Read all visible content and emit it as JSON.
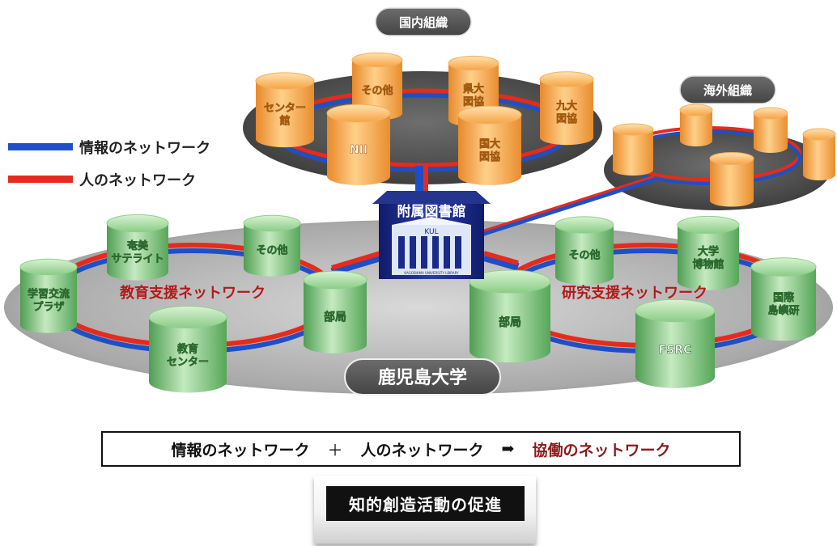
{
  "legend": {
    "info_network": "情報のネットワーク",
    "human_network": "人のネットワーク"
  },
  "colors": {
    "info_line": "#1f4fc6",
    "human_line": "#e52b1e",
    "cylinder_orange": "#f7a545",
    "cylinder_green": "#7cc67b",
    "library_navy": "#1a2a8a",
    "pill_gray": "#5a5a5a",
    "network_title": "#b31a1a",
    "coop_text": "#8b1a1a"
  },
  "domestic": {
    "title": "国内組織",
    "nodes": [
      "センター\n館",
      "その他",
      "県大\n図協",
      "九大\n図協",
      "NII",
      "国大\n図協"
    ]
  },
  "overseas": {
    "title": "海外組織"
  },
  "library": {
    "title": "附属図書館",
    "logo": "KUL",
    "caption": "KAGOSHIMA UNIVERSITY LIBRARY"
  },
  "education": {
    "title": "教育支援ネットワーク",
    "nodes": [
      "奄美\nサテライト",
      "その他",
      "学習交流\nプラザ",
      "部局",
      "教育\nセンター"
    ]
  },
  "research": {
    "title": "研究支援ネットワーク",
    "nodes": [
      "その他",
      "大学\n博物館",
      "国際\n島嶼研",
      "部局",
      "FSRC"
    ]
  },
  "university": "鹿児島大学",
  "formula": {
    "info": "情報のネットワーク",
    "plus": "＋",
    "human": "人のネットワーク",
    "arrow": "➡",
    "result": "協働のネットワーク"
  },
  "promotion": "知的創造活動の促進"
}
